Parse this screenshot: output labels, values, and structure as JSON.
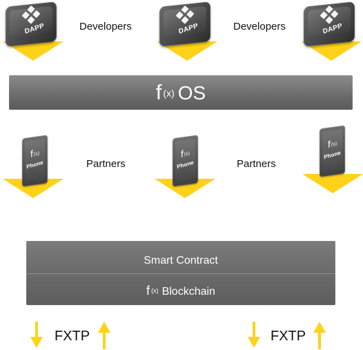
{
  "top_row": {
    "dapps": [
      {
        "label": "DAPP"
      },
      {
        "label": "DAPP"
      },
      {
        "label": "DAPP"
      }
    ],
    "developer_labels": [
      "Developers",
      "Developers"
    ]
  },
  "os_bar": {
    "f_text": "f",
    "x_text": "(x)",
    "os_text": "OS"
  },
  "middle_row": {
    "phones": [
      {
        "f_text": "f",
        "x_text": "(x)",
        "label": "Phone"
      },
      {
        "f_text": "f",
        "x_text": "(x)",
        "label": "Phone"
      },
      {
        "f_text": "f",
        "x_text": "(x)",
        "label": "Phone"
      }
    ],
    "partner_labels": [
      "Partners",
      "Partners"
    ]
  },
  "stack": {
    "smart_contract": "Smart Contract",
    "blockchain_f": "f",
    "blockchain_x": "(x)",
    "blockchain_text": "Blockchain"
  },
  "bottom": {
    "fxtp_labels": [
      "FXTP",
      "FXTP"
    ]
  },
  "colors": {
    "accent_yellow": "#ffd21a",
    "panel_gray": "#6b6b6b",
    "text_dark": "#111111",
    "text_light": "#ffffff"
  },
  "icons": {
    "dapp_icon": "diamond-grid-icon",
    "phone_icon": "phone-icon",
    "arrow_down_icon": "arrow-down-icon",
    "arrow_up_icon": "arrow-up-icon"
  }
}
